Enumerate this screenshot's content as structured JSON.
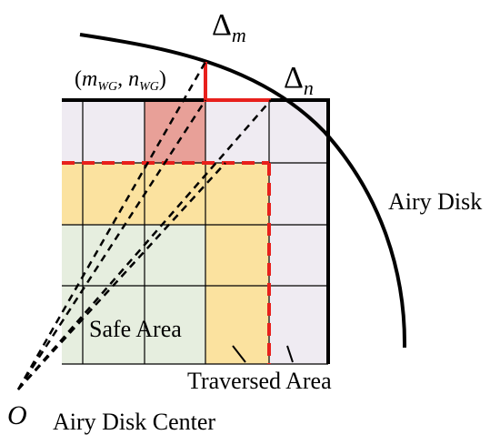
{
  "labels": {
    "delta_m_symbol": "Δ",
    "delta_m_sub": "m",
    "delta_n_symbol": "Δ",
    "delta_n_sub": "n",
    "coord_open": "(",
    "coord_m": "m",
    "coord_m_sub": "WG",
    "coord_sep": ", ",
    "coord_n": "n",
    "coord_n_sub": "WG",
    "coord_close": ")",
    "airy_disk": "Airy Disk",
    "safe_area": "Safe Area",
    "traversed_area": "Traversed Area",
    "origin": "O",
    "airy_disk_center": "Airy Disk Center"
  },
  "colors": {
    "grid_line": "#000000",
    "outer_cell": "#efebf2",
    "safe_cell": "#e6eedf",
    "traversed_cell": "#fbe29f",
    "hit_cell": "#e8a098",
    "red_boundary": "#e8201c",
    "arc": "#000000"
  }
}
